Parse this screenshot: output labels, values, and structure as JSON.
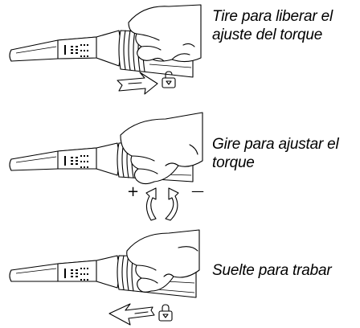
{
  "steps": [
    {
      "caption": "Tire para liberar el ajuste del torque",
      "action": "pull",
      "icon": "unlock-icon"
    },
    {
      "caption": "Gire para ajustar el torque",
      "action": "rotate",
      "icon": "rotate-arrows-icon",
      "plus": "+",
      "minus": "—"
    },
    {
      "caption": "Suelte para trabar",
      "action": "release",
      "icon": "lock-icon"
    }
  ]
}
